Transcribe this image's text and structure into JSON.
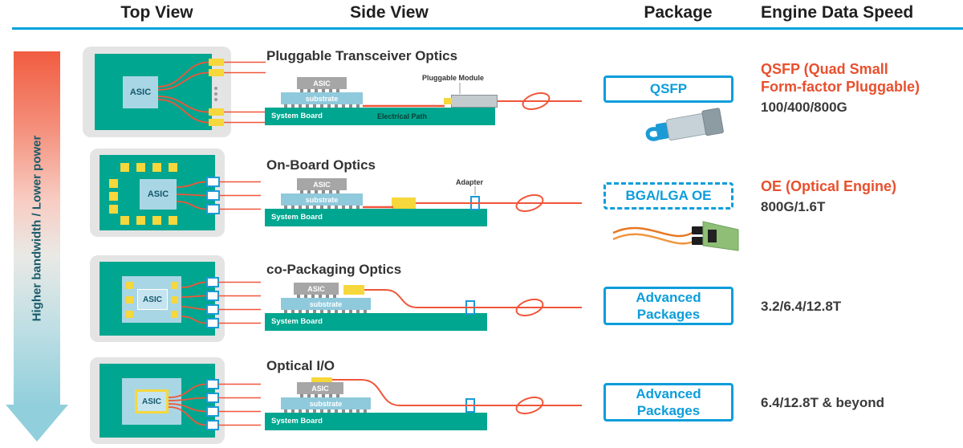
{
  "header": {
    "top_view": "Top View",
    "side_view": "Side View",
    "package": "Package",
    "engine_data_speed": "Engine Data Speed"
  },
  "axis_label": "Higher bandwidth / Lower power",
  "labels": {
    "asic": "ASIC",
    "substrate": "substrate",
    "system_board": "System Board",
    "pluggable_module": "Pluggable Module",
    "electrical_path": "Electrical Path",
    "adapter": "Adapter"
  },
  "rows": [
    {
      "title": "Pluggable Transceiver Optics",
      "package_label": "QSFP",
      "speed_heading": "QSFP (Quad Small Form-factor Pluggable)",
      "speed_value": "100/400/800G"
    },
    {
      "title": "On-Board Optics",
      "package_label": "BGA/LGA OE",
      "speed_heading": "OE (Optical Engine)",
      "speed_value": "800G/1.6T"
    },
    {
      "title": "co-Packaging Optics",
      "package_label": "Advanced Packages",
      "speed_heading": "",
      "speed_value": "3.2/6.4/12.8T"
    },
    {
      "title": "Optical I/O",
      "package_label": "Advanced Packages",
      "speed_heading": "",
      "speed_value": "6.4/12.8T & beyond"
    }
  ],
  "colors": {
    "accent_blue": "#0D9DDB",
    "board_teal": "#00A68F",
    "trace_orange": "#F0563A",
    "highlight_orange_text": "#E8502E",
    "chip_yellow": "#F6D73C"
  }
}
